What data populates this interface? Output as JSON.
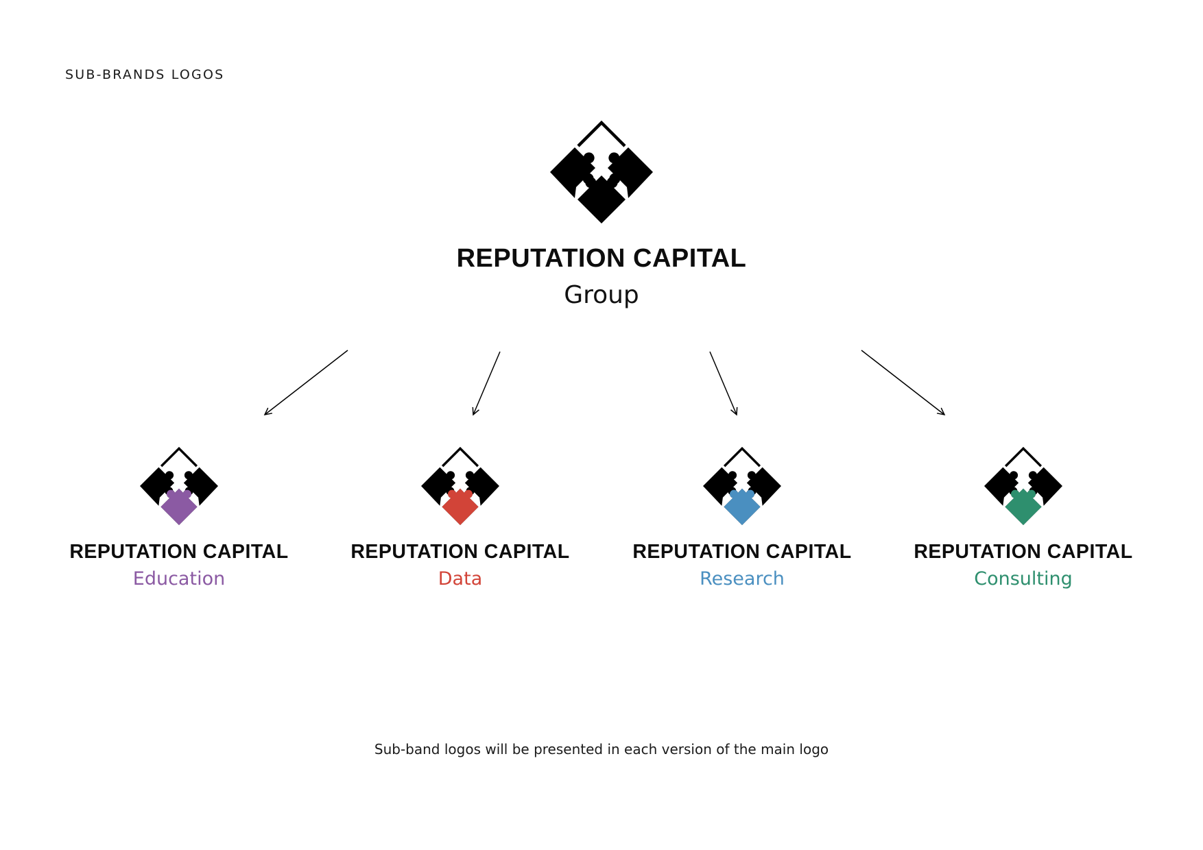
{
  "page": {
    "section_label": "SUB-BRANDS LOGOS",
    "footnote": "Sub-band logos will be presented in each version of the main logo"
  },
  "main_logo": {
    "icon": "puzzle-diamond-icon",
    "name": "REPUTATION CAPITAL",
    "subtitle": "Group"
  },
  "sub_brands": [
    {
      "icon": "puzzle-diamond-icon",
      "name": "REPUTATION CAPITAL",
      "label": "Education",
      "color": "#8b5aa3"
    },
    {
      "icon": "puzzle-diamond-icon",
      "name": "REPUTATION CAPITAL",
      "label": "Data",
      "color": "#d24438"
    },
    {
      "icon": "puzzle-diamond-icon",
      "name": "REPUTATION CAPITAL",
      "label": "Research",
      "color": "#4a8fc0"
    },
    {
      "icon": "puzzle-diamond-icon",
      "name": "REPUTATION CAPITAL",
      "label": "Consulting",
      "color": "#2e8f6e"
    }
  ]
}
